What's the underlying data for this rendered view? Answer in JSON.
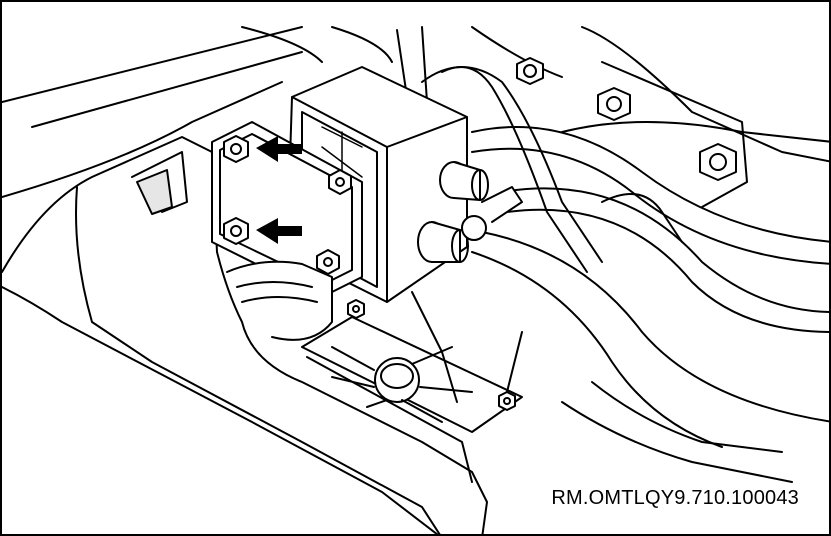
{
  "figure": {
    "reference_code": "RM.OMTLQY9.710.100043"
  },
  "colors": {
    "ink": "#000000",
    "fill_light": "#ffffff",
    "fill_shade": "#e6e6e6"
  },
  "callouts": [
    {
      "name": "arrow-upper-bolt",
      "points_to": "upper mounting bolt"
    },
    {
      "name": "arrow-lower-bolt",
      "points_to": "lower mounting bolt"
    }
  ]
}
